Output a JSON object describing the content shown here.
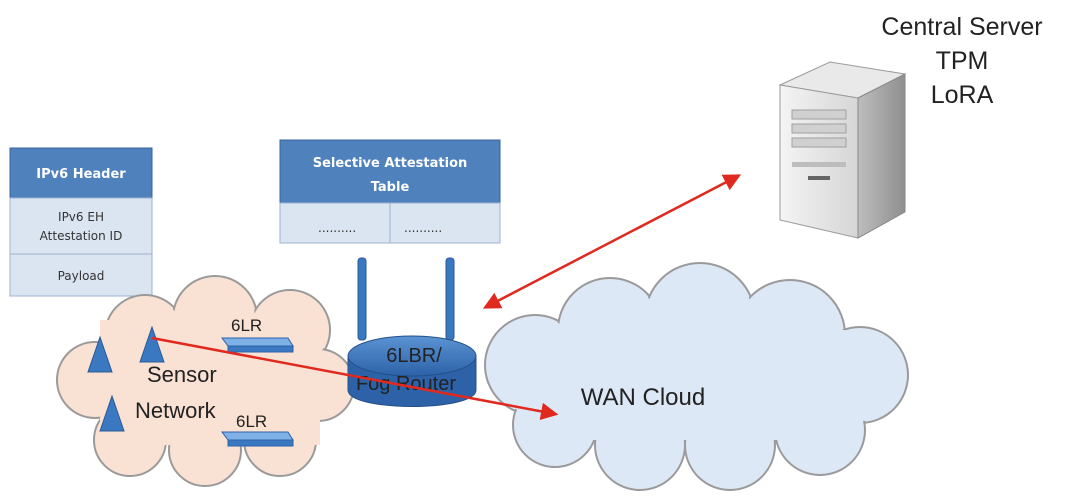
{
  "server": {
    "lines": [
      "Central Server",
      "TPM",
      "LoRA"
    ]
  },
  "ipv6_packet": {
    "header": "IPv6 Header",
    "extension_lines": [
      "IPv6 EH",
      "Attestation ID"
    ],
    "payload": "Payload"
  },
  "attestation_table": {
    "title_lines": [
      "Selective Attestation",
      "Table"
    ],
    "cells": [
      "..........",
      ".........."
    ]
  },
  "sensor_network": {
    "label_lines": [
      "Sensor",
      "Network"
    ],
    "relays": [
      "6LR",
      "6LR"
    ]
  },
  "fog_router": {
    "label_lines": [
      "6LBR/",
      "Fog Router"
    ]
  },
  "wan_cloud": {
    "label": "WAN Cloud"
  },
  "colors": {
    "table_header": "#4f81bd",
    "table_body": "#dbe5f1",
    "device_blue": "#3b78c2",
    "arrow_red": "#e0291f",
    "cloud_fill": "#dde8f6",
    "cloud_stroke": "#9a9a9a"
  }
}
